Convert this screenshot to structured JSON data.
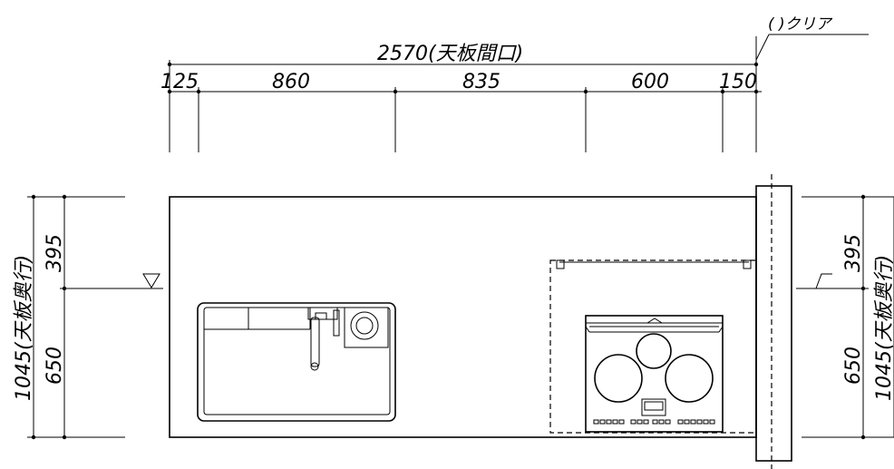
{
  "top_dims": {
    "overall_label": "2570(天板間口)",
    "segments": [
      "125",
      "860",
      "835",
      "600",
      "150"
    ],
    "clear_label": "( )クリア"
  },
  "left_dims": {
    "overall_label": "1045(天板奥行)",
    "upper": "395",
    "lower": "650"
  },
  "right_dims": {
    "overall_label": "1045(天板奥行)",
    "upper": "395",
    "lower": "650"
  }
}
